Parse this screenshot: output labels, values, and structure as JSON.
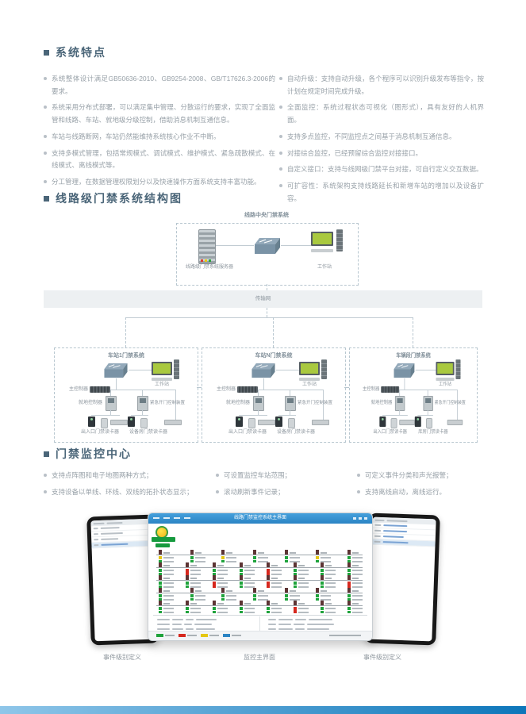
{
  "page": {
    "accent_color": "#4a6578",
    "body_text_color": "#98a1a8",
    "footer_gradient": [
      "#8fc6e9",
      "#0d76ba"
    ]
  },
  "features": {
    "title": "系统特点",
    "left_items": [
      "系统整体设计满足GB50636-2010、GB9254-2008、GB/T17626.3-2006的要求。",
      "系统采用分布式部署，可以满足集中管理、分散运行的要求，实现了全面监管和线路、车站、就地级分级控制，借助消息机制互通信息。",
      "车站与线路断网，车站仍然能维持系统核心作业不中断。",
      "支持多模式管理，包括常规模式、调试模式、维护模式、紧急疏散模式、在线模式、离线模式等。",
      "分工管理，在数据管理权限划分以及快速操作方面系统支持丰富功能。"
    ],
    "right_items": [
      "自动升级：支持自动升级，各个程序可以识别升级发布等指令，按计划在规定时间完成升级。",
      "全面监控：系统过程状态可视化（图形式），具有友好的人机界面。",
      "支持多点监控，不同监控点之间基于消息机制互通信息。",
      "对接综合监控，已经预留综合监控对接接口。",
      "自定义接口：支持与线网级门禁平台对接，可自行定义交互数据。",
      "可扩容性：系统架构支持线路延长和新增车站的增加以及设备扩容。"
    ]
  },
  "diagram": {
    "title": "线路级门禁系统结构图",
    "central": {
      "title": "线路中央门禁系统",
      "server_label": "线路级门禁系统服务器",
      "workstation_label": "工作站"
    },
    "network_label": "传输网",
    "stations": [
      {
        "title": "车站1门禁系统",
        "workstation_label": "工作站",
        "controller_label": "主控制器",
        "local_controller_label": "就地控制器",
        "emergency_label": "紧急开门控制装置",
        "reader_left_label": "出入口门禁读卡器",
        "reader_right_label": "设备房门禁读卡器"
      },
      {
        "title": "车站N门禁系统",
        "workstation_label": "工作站",
        "controller_label": "主控制器",
        "local_controller_label": "就地控制器",
        "emergency_label": "紧急开门控制装置",
        "reader_left_label": "出入口门禁读卡器",
        "reader_right_label": "设备房门禁读卡器"
      },
      {
        "title": "车辆段门禁系统",
        "workstation_label": "工作站",
        "controller_label": "主控制器",
        "local_controller_label": "就地控制器",
        "emergency_label": "紧急开门控制装置",
        "reader_left_label": "出入口门禁读卡器",
        "reader_right_label": "库房门禁读卡器"
      }
    ]
  },
  "monitoring": {
    "title": "门禁监控中心",
    "bullet_columns": {
      "col1": [
        "支持点阵图和电子地图两种方式；",
        "支持设备以单线、环线、双线的拓扑状态显示；"
      ],
      "col2": [
        "可设置监控车站范围；",
        "滚动刷新事件记录；"
      ],
      "col3": [
        "可定义事件分类和声光报警；",
        "支持离线启动，离线运行。"
      ]
    },
    "captions": {
      "left": "事件级别定义",
      "center": "监控主界面",
      "right": "事件级别定义"
    },
    "window": {
      "title": "线路门禁监控系统主界面",
      "status_colors": {
        "g": "#1fa33c",
        "r": "#d6281e",
        "y": "#e5c713",
        "b": "#2b84c4"
      },
      "rows": [
        [
          "y",
          "g",
          "y",
          "g",
          "g",
          "y",
          "g"
        ],
        [
          "g",
          "r",
          "g",
          "g",
          "r",
          "g",
          "g",
          "g"
        ],
        [
          "g",
          "g",
          "r",
          "g",
          "r",
          "g",
          "g",
          "r"
        ],
        [
          "g",
          "g",
          "g",
          "g",
          "g",
          "g",
          "g"
        ],
        [
          "g",
          "g",
          "g",
          "g",
          "g",
          "r",
          "g",
          "g"
        ]
      ],
      "legend": [
        "g",
        "r",
        "y",
        "b"
      ]
    }
  },
  "icons": {
    "server-icon": "css-rack-shape",
    "switch-icon": "svg-3d-box",
    "workstation-icon": "css-monitor-tower-keyboard",
    "controller-icon": "css-dark-rack",
    "local-controller-icon": "css-wall-box",
    "reader-icon": "css-dark-reader",
    "lock-icon": "css-lock-shape",
    "button-panel-icon": "css-flat-bar",
    "bullet-dot-icon": "css-gray-circle",
    "logo-icon": "css-yellow-green-circle"
  }
}
